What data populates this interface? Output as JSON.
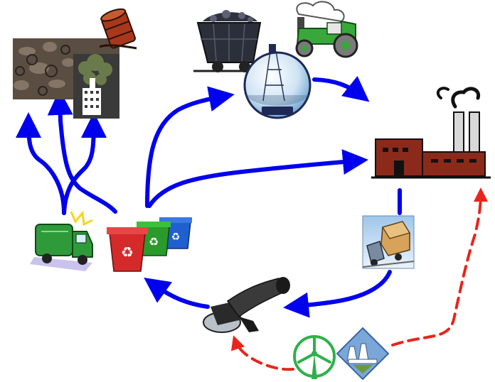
{
  "diagram": {
    "colors": {
      "primary_flow": "#0000ee",
      "energy_flow": "#e8251c",
      "background": "#ffffff"
    },
    "nodes": [
      {
        "id": "landfill",
        "icon": "landfill-waste-pile-icon"
      },
      {
        "id": "oil-barrel",
        "icon": "rusty-oil-barrel-icon"
      },
      {
        "id": "incinerator",
        "icon": "polluting-factory-smoke-icon"
      },
      {
        "id": "coal-wagon",
        "icon": "coal-mine-cart-icon"
      },
      {
        "id": "tractor",
        "icon": "green-tractor-icon"
      },
      {
        "id": "oil-globe",
        "icon": "oil-rig-globe-icon"
      },
      {
        "id": "factory",
        "icon": "factory-icon"
      },
      {
        "id": "delivery-truck",
        "icon": "delivery-truck-icon"
      },
      {
        "id": "angle-grinder",
        "icon": "angle-grinder-tool-icon"
      },
      {
        "id": "garbage-truck",
        "icon": "garbage-truck-icon"
      },
      {
        "id": "recycling-bins",
        "icon": "recycling-bins-icon"
      },
      {
        "id": "wind-turbine",
        "icon": "wind-turbine-icon"
      },
      {
        "id": "power-plant",
        "icon": "power-plant-icon"
      }
    ],
    "flows": [
      {
        "from": "garbage-truck",
        "to": "landfill",
        "style": "solid"
      },
      {
        "from": "garbage-truck",
        "to": "incinerator",
        "style": "solid"
      },
      {
        "from": "recycling-bins",
        "to": "landfill",
        "style": "solid"
      },
      {
        "from": "recycling-bins",
        "to": "coal-wagon",
        "style": "solid"
      },
      {
        "from": "recycling-bins",
        "to": "factory",
        "style": "solid"
      },
      {
        "from": "oil-globe",
        "to": "factory",
        "style": "solid"
      },
      {
        "from": "factory",
        "to": "delivery-truck",
        "style": "solid"
      },
      {
        "from": "delivery-truck",
        "to": "angle-grinder",
        "style": "solid"
      },
      {
        "from": "angle-grinder",
        "to": "recycling-bins",
        "style": "solid"
      },
      {
        "from": "energy-sources",
        "to": "factory",
        "style": "dashed"
      },
      {
        "from": "energy-sources",
        "to": "angle-grinder",
        "style": "dashed"
      }
    ]
  }
}
